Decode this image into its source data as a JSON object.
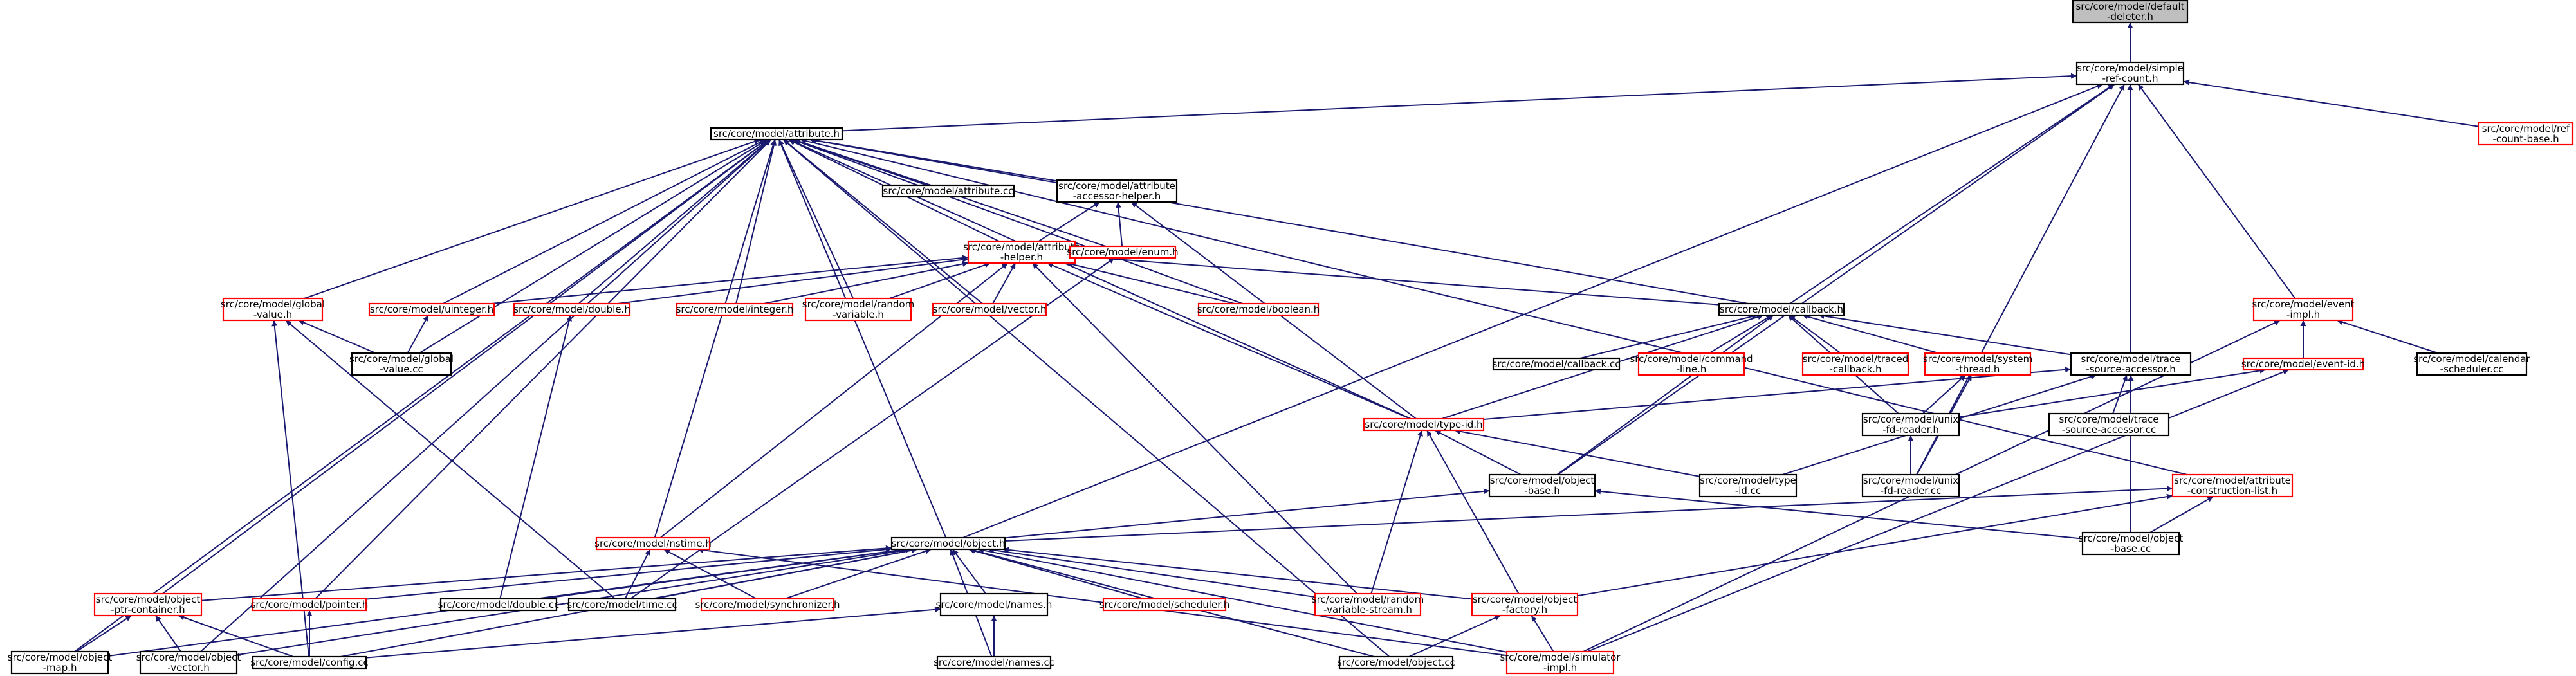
{
  "title": "",
  "colors": {
    "edge": "#191970",
    "normal_border": "#000000",
    "incomplete_border": "#ff0000",
    "root_fill": "#bfbfbf",
    "background": "#ffffff"
  },
  "nodes": [
    {
      "id": "default_deleter",
      "lines": [
        "src/core/model/default",
        "-deleter.h"
      ],
      "style": "root"
    },
    {
      "id": "simple_ref_count",
      "lines": [
        "src/core/model/simple",
        "-ref-count.h"
      ],
      "style": "black"
    },
    {
      "id": "ref_count_base",
      "lines": [
        "src/core/model/ref",
        "-count-base.h"
      ],
      "style": "red"
    },
    {
      "id": "attribute_h",
      "lines": [
        "src/core/model/attribute.h"
      ],
      "style": "black"
    },
    {
      "id": "attribute_cc",
      "lines": [
        "src/core/model/attribute.cc"
      ],
      "style": "black"
    },
    {
      "id": "attr_accessor_helper",
      "lines": [
        "src/core/model/attribute",
        "-accessor-helper.h"
      ],
      "style": "black"
    },
    {
      "id": "attribute_helper",
      "lines": [
        "src/core/model/attribute",
        "-helper.h"
      ],
      "style": "red"
    },
    {
      "id": "enum_h",
      "lines": [
        "src/core/model/enum.h"
      ],
      "style": "red"
    },
    {
      "id": "global_value_h",
      "lines": [
        "src/core/model/global",
        "-value.h"
      ],
      "style": "red"
    },
    {
      "id": "uinteger_h",
      "lines": [
        "src/core/model/uinteger.h"
      ],
      "style": "red"
    },
    {
      "id": "double_h",
      "lines": [
        "src/core/model/double.h"
      ],
      "style": "red"
    },
    {
      "id": "integer_h",
      "lines": [
        "src/core/model/integer.h"
      ],
      "style": "red"
    },
    {
      "id": "random_variable_h",
      "lines": [
        "src/core/model/random",
        "-variable.h"
      ],
      "style": "red"
    },
    {
      "id": "vector_h",
      "lines": [
        "src/core/model/vector.h"
      ],
      "style": "red"
    },
    {
      "id": "boolean_h",
      "lines": [
        "src/core/model/boolean.h"
      ],
      "style": "red"
    },
    {
      "id": "global_value_cc",
      "lines": [
        "src/core/model/global",
        "-value.cc"
      ],
      "style": "black"
    },
    {
      "id": "callback_h",
      "lines": [
        "src/core/model/callback.h"
      ],
      "style": "black"
    },
    {
      "id": "callback_cc",
      "lines": [
        "src/core/model/callback.cc"
      ],
      "style": "black"
    },
    {
      "id": "command_line_h",
      "lines": [
        "src/core/model/command",
        "-line.h"
      ],
      "style": "red"
    },
    {
      "id": "traced_callback_h",
      "lines": [
        "src/core/model/traced",
        "-callback.h"
      ],
      "style": "red"
    },
    {
      "id": "system_thread_h",
      "lines": [
        "src/core/model/system",
        "-thread.h"
      ],
      "style": "red"
    },
    {
      "id": "trace_source_accessor_h",
      "lines": [
        "src/core/model/trace",
        "-source-accessor.h"
      ],
      "style": "black"
    },
    {
      "id": "event_impl_h",
      "lines": [
        "src/core/model/event",
        "-impl.h"
      ],
      "style": "red"
    },
    {
      "id": "event_id_h",
      "lines": [
        "src/core/model/event-id.h"
      ],
      "style": "red"
    },
    {
      "id": "calendar_scheduler_cc",
      "lines": [
        "src/core/model/calendar",
        "-scheduler.cc"
      ],
      "style": "black"
    },
    {
      "id": "type_id_h",
      "lines": [
        "src/core/model/type-id.h"
      ],
      "style": "red"
    },
    {
      "id": "unix_fd_reader_h",
      "lines": [
        "src/core/model/unix",
        "-fd-reader.h"
      ],
      "style": "black"
    },
    {
      "id": "trace_source_accessor_cc",
      "lines": [
        "src/core/model/trace",
        "-source-accessor.cc"
      ],
      "style": "black"
    },
    {
      "id": "object_base_h",
      "lines": [
        "src/core/model/object",
        "-base.h"
      ],
      "style": "black"
    },
    {
      "id": "type_id_cc",
      "lines": [
        "src/core/model/type",
        "-id.cc"
      ],
      "style": "black"
    },
    {
      "id": "unix_fd_reader_cc",
      "lines": [
        "src/core/model/unix",
        "-fd-reader.cc"
      ],
      "style": "black"
    },
    {
      "id": "attr_construction_list_h",
      "lines": [
        "src/core/model/attribute",
        "-construction-list.h"
      ],
      "style": "red"
    },
    {
      "id": "nstime_h",
      "lines": [
        "src/core/model/nstime.h"
      ],
      "style": "red"
    },
    {
      "id": "object_h",
      "lines": [
        "src/core/model/object.h"
      ],
      "style": "black"
    },
    {
      "id": "object_base_cc",
      "lines": [
        "src/core/model/object",
        "-base.cc"
      ],
      "style": "black"
    },
    {
      "id": "object_ptr_container_h",
      "lines": [
        "src/core/model/object",
        "-ptr-container.h"
      ],
      "style": "red"
    },
    {
      "id": "pointer_h",
      "lines": [
        "src/core/model/pointer.h"
      ],
      "style": "red"
    },
    {
      "id": "double_cc",
      "lines": [
        "src/core/model/double.cc"
      ],
      "style": "black"
    },
    {
      "id": "time_cc",
      "lines": [
        "src/core/model/time.cc"
      ],
      "style": "black"
    },
    {
      "id": "synchronizer_h",
      "lines": [
        "src/core/model/synchronizer.h"
      ],
      "style": "red"
    },
    {
      "id": "names_h",
      "lines": [
        "src/core/model/names.h"
      ],
      "style": "black"
    },
    {
      "id": "scheduler_h",
      "lines": [
        "src/core/model/scheduler.h"
      ],
      "style": "red"
    },
    {
      "id": "random_variable_stream_h",
      "lines": [
        "src/core/model/random",
        "-variable-stream.h"
      ],
      "style": "red"
    },
    {
      "id": "object_factory_h",
      "lines": [
        "src/core/model/object",
        "-factory.h"
      ],
      "style": "red"
    },
    {
      "id": "object_map_h",
      "lines": [
        "src/core/model/object",
        "-map.h"
      ],
      "style": "black"
    },
    {
      "id": "object_vector_h",
      "lines": [
        "src/core/model/object",
        "-vector.h"
      ],
      "style": "black"
    },
    {
      "id": "config_cc",
      "lines": [
        "src/core/model/config.cc"
      ],
      "style": "black"
    },
    {
      "id": "names_cc",
      "lines": [
        "src/core/model/names.cc"
      ],
      "style": "black"
    },
    {
      "id": "object_cc",
      "lines": [
        "src/core/model/object.cc"
      ],
      "style": "black"
    },
    {
      "id": "simulator_impl_h",
      "lines": [
        "src/core/model/simulator",
        "-impl.h"
      ],
      "style": "red"
    }
  ],
  "edges": [
    [
      "simple_ref_count",
      "default_deleter"
    ],
    [
      "ref_count_base",
      "simple_ref_count"
    ],
    [
      "attribute_h",
      "simple_ref_count"
    ],
    [
      "callback_h",
      "simple_ref_count"
    ],
    [
      "trace_source_accessor_h",
      "simple_ref_count"
    ],
    [
      "event_impl_h",
      "simple_ref_count"
    ],
    [
      "object_base_h",
      "simple_ref_count"
    ],
    [
      "unix_fd_reader_cc",
      "simple_ref_count"
    ],
    [
      "object_h",
      "simple_ref_count"
    ],
    [
      "attribute_cc",
      "attribute_h"
    ],
    [
      "attr_accessor_helper",
      "attribute_h"
    ],
    [
      "attribute_helper",
      "attribute_h"
    ],
    [
      "enum_h",
      "attribute_h"
    ],
    [
      "global_value_h",
      "attribute_h"
    ],
    [
      "uinteger_h",
      "attribute_h"
    ],
    [
      "double_h",
      "attribute_h"
    ],
    [
      "integer_h",
      "attribute_h"
    ],
    [
      "random_variable_h",
      "attribute_h"
    ],
    [
      "vector_h",
      "attribute_h"
    ],
    [
      "boolean_h",
      "attribute_h"
    ],
    [
      "global_value_cc",
      "attribute_h"
    ],
    [
      "callback_h",
      "attribute_h"
    ],
    [
      "type_id_h",
      "attribute_h"
    ],
    [
      "attr_construction_list_h",
      "attribute_h"
    ],
    [
      "nstime_h",
      "attribute_h"
    ],
    [
      "object_h",
      "attribute_h"
    ],
    [
      "object_ptr_container_h",
      "attribute_h"
    ],
    [
      "pointer_h",
      "attribute_h"
    ],
    [
      "object_map_h",
      "attribute_h"
    ],
    [
      "object_vector_h",
      "attribute_h"
    ],
    [
      "object_cc",
      "attribute_h"
    ],
    [
      "attribute_helper",
      "attr_accessor_helper"
    ],
    [
      "enum_h",
      "attr_accessor_helper"
    ],
    [
      "type_id_h",
      "attr_accessor_helper"
    ],
    [
      "uinteger_h",
      "attribute_helper"
    ],
    [
      "double_h",
      "attribute_helper"
    ],
    [
      "integer_h",
      "attribute_helper"
    ],
    [
      "random_variable_h",
      "attribute_helper"
    ],
    [
      "vector_h",
      "attribute_helper"
    ],
    [
      "boolean_h",
      "attribute_helper"
    ],
    [
      "callback_h",
      "attribute_helper"
    ],
    [
      "type_id_h",
      "attribute_helper"
    ],
    [
      "nstime_h",
      "attribute_helper"
    ],
    [
      "random_variable_stream_h",
      "attribute_helper"
    ],
    [
      "time_cc",
      "enum_h"
    ],
    [
      "global_value_cc",
      "global_value_h"
    ],
    [
      "time_cc",
      "global_value_h"
    ],
    [
      "config_cc",
      "global_value_h"
    ],
    [
      "global_value_cc",
      "uinteger_h"
    ],
    [
      "double_cc",
      "double_h"
    ],
    [
      "callback_cc",
      "callback_h"
    ],
    [
      "command_line_h",
      "callback_h"
    ],
    [
      "traced_callback_h",
      "callback_h"
    ],
    [
      "system_thread_h",
      "callback_h"
    ],
    [
      "trace_source_accessor_h",
      "callback_h"
    ],
    [
      "unix_fd_reader_h",
      "callback_h"
    ],
    [
      "type_id_h",
      "callback_h"
    ],
    [
      "object_base_h",
      "callback_h"
    ],
    [
      "unix_fd_reader_h",
      "system_thread_h"
    ],
    [
      "unix_fd_reader_cc",
      "system_thread_h"
    ],
    [
      "type_id_h",
      "trace_source_accessor_h"
    ],
    [
      "trace_source_accessor_cc",
      "trace_source_accessor_h"
    ],
    [
      "type_id_cc",
      "trace_source_accessor_h"
    ],
    [
      "object_base_cc",
      "trace_source_accessor_h"
    ],
    [
      "event_id_h",
      "event_impl_h"
    ],
    [
      "calendar_scheduler_cc",
      "event_impl_h"
    ],
    [
      "simulator_impl_h",
      "event_impl_h"
    ],
    [
      "unix_fd_reader_h",
      "event_id_h"
    ],
    [
      "simulator_impl_h",
      "event_id_h"
    ],
    [
      "object_base_h",
      "type_id_h"
    ],
    [
      "type_id_cc",
      "type_id_h"
    ],
    [
      "random_variable_stream_h",
      "type_id_h"
    ],
    [
      "object_factory_h",
      "type_id_h"
    ],
    [
      "unix_fd_reader_cc",
      "unix_fd_reader_h"
    ],
    [
      "object_h",
      "object_base_h"
    ],
    [
      "object_base_cc",
      "object_base_h"
    ],
    [
      "object_h",
      "attr_construction_list_h"
    ],
    [
      "object_base_cc",
      "attr_construction_list_h"
    ],
    [
      "object_factory_h",
      "attr_construction_list_h"
    ],
    [
      "time_cc",
      "nstime_h"
    ],
    [
      "synchronizer_h",
      "nstime_h"
    ],
    [
      "simulator_impl_h",
      "nstime_h"
    ],
    [
      "object_ptr_container_h",
      "object_h"
    ],
    [
      "pointer_h",
      "object_h"
    ],
    [
      "double_cc",
      "object_h"
    ],
    [
      "time_cc",
      "object_h"
    ],
    [
      "synchronizer_h",
      "object_h"
    ],
    [
      "names_h",
      "object_h"
    ],
    [
      "scheduler_h",
      "object_h"
    ],
    [
      "random_variable_stream_h",
      "object_h"
    ],
    [
      "object_factory_h",
      "object_h"
    ],
    [
      "object_map_h",
      "object_h"
    ],
    [
      "object_vector_h",
      "object_h"
    ],
    [
      "config_cc",
      "object_h"
    ],
    [
      "names_cc",
      "object_h"
    ],
    [
      "object_cc",
      "object_h"
    ],
    [
      "simulator_impl_h",
      "object_h"
    ],
    [
      "object_map_h",
      "object_ptr_container_h"
    ],
    [
      "object_vector_h",
      "object_ptr_container_h"
    ],
    [
      "config_cc",
      "object_ptr_container_h"
    ],
    [
      "config_cc",
      "pointer_h"
    ],
    [
      "config_cc",
      "names_h"
    ],
    [
      "names_cc",
      "names_h"
    ],
    [
      "object_cc",
      "object_factory_h"
    ],
    [
      "simulator_impl_h",
      "object_factory_h"
    ]
  ]
}
